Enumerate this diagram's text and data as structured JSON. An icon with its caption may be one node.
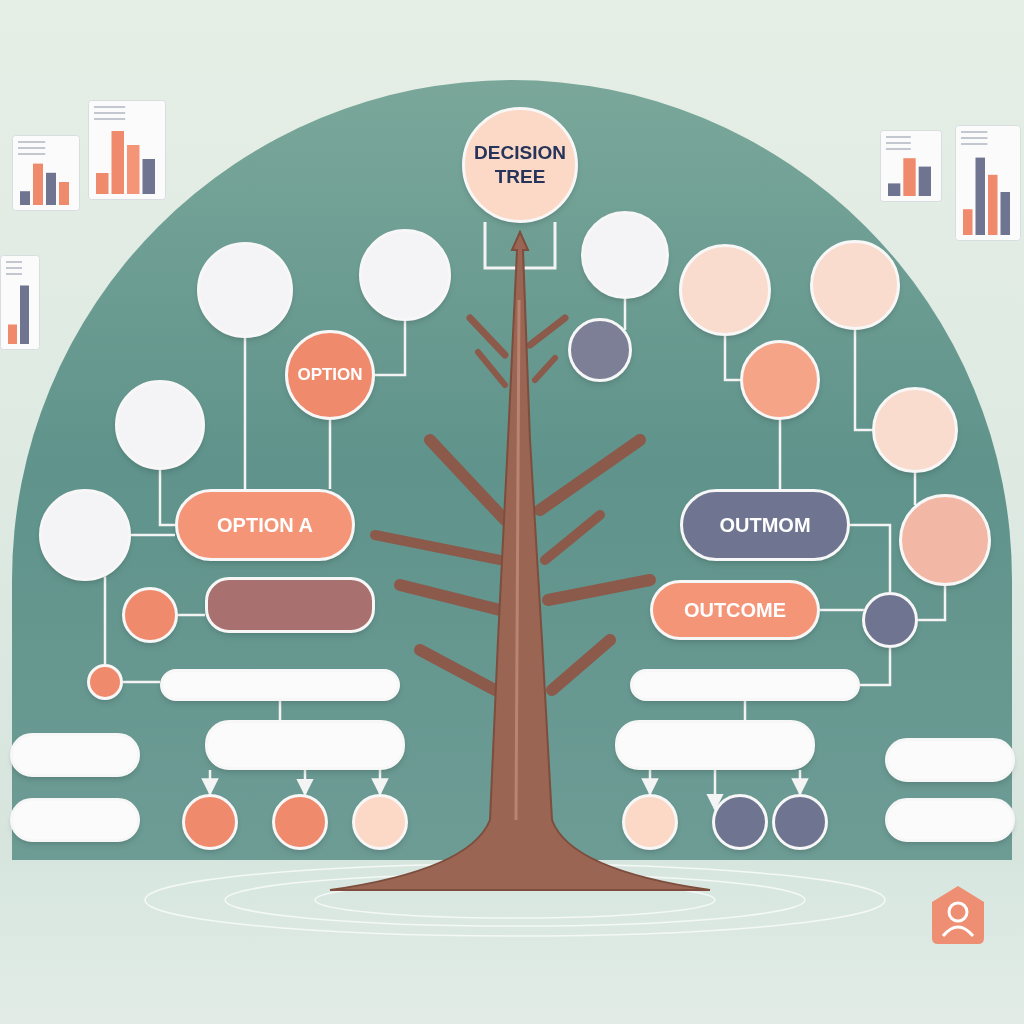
{
  "diagram": {
    "nodes": [
      {
        "text": [
          "DECISION TREE"
        ]
      },
      {
        "text": [],
        "shape": "circle"
      },
      {
        "text": [],
        "shape": "circle"
      },
      {
        "text": [],
        "shape": "circle"
      },
      {
        "text": [],
        "shape": "circle"
      },
      {
        "text": [],
        "shape": "circle"
      },
      {
        "text": [
          "OPTION"
        ]
      },
      {
        "text": [],
        "shape": "circle"
      },
      {
        "text": [],
        "shape": "circle"
      },
      {
        "text": [],
        "shape": "circle"
      },
      {
        "text": [],
        "shape": "circle"
      },
      {
        "text": [
          "OPTION A"
        ]
      },
      {
        "text": [
          "OUTMOM"
        ]
      },
      {
        "text": [],
        "shape": "circle"
      },
      {
        "text": [],
        "shape": "circle"
      },
      {
        "text": [],
        "shape": "circle"
      },
      {
        "text": [],
        "shape": "box"
      },
      {
        "text": [
          "OUTCOME"
        ]
      },
      {
        "text": [],
        "shape": "circle"
      },
      {
        "text": [],
        "shape": "circle"
      },
      {
        "text": [],
        "shape": "box"
      },
      {
        "text": [],
        "shape": "box"
      },
      {
        "text": [],
        "shape": "box"
      },
      {
        "text": [],
        "shape": "box"
      },
      {
        "text": [],
        "shape": "box"
      },
      {
        "text": [],
        "shape": "box"
      },
      {
        "text": [],
        "shape": "box"
      },
      {
        "text": [],
        "shape": "box"
      },
      {
        "text": [],
        "shape": "circle"
      },
      {
        "text": [],
        "shape": "circle"
      },
      {
        "text": [],
        "shape": "circle"
      },
      {
        "text": [],
        "shape": "circle"
      },
      {
        "text": [],
        "shape": "circle"
      },
      {
        "text": [],
        "shape": "circle"
      }
    ],
    "edges": [
      {
        "from": 1,
        "to": 11,
        "arrow": "none"
      },
      {
        "from": 9,
        "to": 11,
        "arrow": "none"
      },
      {
        "from": 13,
        "to": 11,
        "arrow": "none"
      },
      {
        "from": 13,
        "to": 19,
        "arrow": "none"
      },
      {
        "from": 15,
        "to": 16,
        "arrow": "none"
      },
      {
        "from": 19,
        "to": 20,
        "arrow": "none"
      },
      {
        "from": 20,
        "to": 22,
        "arrow": "none"
      },
      {
        "from": 22,
        "to": 28,
        "arrow": "to"
      },
      {
        "from": 22,
        "to": 29,
        "arrow": "to"
      },
      {
        "from": 22,
        "to": 30,
        "arrow": "to"
      },
      {
        "from": 2,
        "to": 6,
        "arrow": "none"
      },
      {
        "from": 6,
        "to": 11,
        "arrow": "none"
      },
      {
        "from": 3,
        "to": 7,
        "arrow": "none"
      },
      {
        "from": 4,
        "to": 8,
        "arrow": "none"
      },
      {
        "from": 8,
        "to": 12,
        "arrow": "none"
      },
      {
        "from": 5,
        "to": 10,
        "arrow": "none"
      },
      {
        "from": 10,
        "to": 14,
        "arrow": "none"
      },
      {
        "from": 12,
        "to": 18,
        "arrow": "none"
      },
      {
        "from": 14,
        "to": 18,
        "arrow": "none"
      },
      {
        "from": 17,
        "to": 18,
        "arrow": "none"
      },
      {
        "from": 18,
        "to": 21,
        "arrow": "none"
      },
      {
        "from": 21,
        "to": 23,
        "arrow": "none"
      },
      {
        "from": 23,
        "to": 31,
        "arrow": "to"
      },
      {
        "from": 23,
        "to": 32,
        "arrow": "to"
      },
      {
        "from": 23,
        "to": 33,
        "arrow": "to"
      }
    ]
  }
}
